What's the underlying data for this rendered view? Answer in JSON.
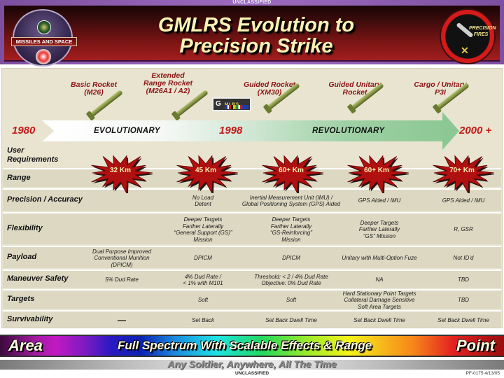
{
  "classification_top": "UNCLASSIFIED",
  "title_line1": "GMLRS Evolution to",
  "title_line2": "Precision Strike",
  "logos": {
    "left_ribbon": "MISSILES AND SPACE",
    "right_text_line1": "PRECISION",
    "right_text_line2": "FIRES"
  },
  "rockets": [
    {
      "label_line1": "Basic Rocket",
      "label_line2": "(M26)",
      "label_line3": ""
    },
    {
      "label_line1": "Extended",
      "label_line2": "Range Rocket",
      "label_line3": "(M26A1 / A2)"
    },
    {
      "label_line1": "Guided Rocket",
      "label_line2": "(XM30)",
      "label_line3": ""
    },
    {
      "label_line1": "Guided Unitary",
      "label_line2": "Rocket",
      "label_line3": ""
    },
    {
      "label_line1": "Cargo / Unitary",
      "label_line2": "P3I",
      "label_line3": ""
    }
  ],
  "gmlrs_badge": {
    "letter": "G",
    "text": "MLRS"
  },
  "timeline": {
    "year_start": "1980",
    "era_1": "EVOLUTIONARY",
    "year_mid": "1998",
    "era_2": "REVOLUTIONARY",
    "year_end": "2000 +"
  },
  "user_requirements_line1": "User",
  "user_requirements_line2": "Requirements",
  "ranges": [
    "32 Km",
    "45 Km",
    "60+ Km",
    "60+ Km",
    "70+ Km"
  ],
  "rows": [
    {
      "label": "Range",
      "cells": [
        "",
        "",
        "",
        "",
        ""
      ]
    },
    {
      "label": "Precision / Accuracy",
      "cells": [
        "",
        "No Load\nDetent",
        "Inertial Measurement Unit (IMU) /\nGlobal Positioning System (GPS) Aided",
        "GPS Aided / IMU",
        "GPS Aided / IMU"
      ]
    },
    {
      "label": "Flexibility",
      "cells": [
        "",
        "Deeper Targets\nFarther Laterally\n“General Support (GS)”\nMission",
        "Deeper Targets\nFarther Laterally\n“GS-Reinforcing”\nMission",
        "Deeper Targets\nFarther Laterally\n“GS” Mission",
        "R, GSR"
      ]
    },
    {
      "label": "Payload",
      "cells": [
        "Dual Purpose Improved\nConventional Munition\n(DPICM)",
        "DPICM",
        "DPICM",
        "Unitary with Multi-Option Fuze",
        "Not ID’d"
      ]
    },
    {
      "label": "Maneuver Safety",
      "cells": [
        "5% Dud Rate",
        "4% Dud Rate /\n< 1% with M101",
        "Threshold: < 2 / 4% Dud Rate\nObjective: 0% Dud Rate",
        "NA",
        "TBD"
      ]
    },
    {
      "label": "Targets",
      "cells": [
        "",
        "Soft",
        "Soft",
        "Hard Stationary Point Targets\nCollateral Damage Sensitive\nSoft Area Targets",
        "TBD"
      ]
    },
    {
      "label": "Survivability",
      "cells": [
        "—",
        "Set Back",
        "Set Back Dwell Time",
        "Set Back Dwell Time",
        "Set Back Dwell Time"
      ]
    }
  ],
  "spectrum": {
    "left": "Area",
    "center": "Full Spectrum With Scalable Effects & Range",
    "right": "Point"
  },
  "tagline": "Any Soldier, Anywhere, All The Time",
  "classification_bottom": "UNCLASSIFIED",
  "doc_id": "PF-0175  4/13/05",
  "colors": {
    "title": "#fbf3b4",
    "accent_red": "#c41818",
    "burst_red": "#b01010",
    "panel": "#e8e4d0"
  }
}
